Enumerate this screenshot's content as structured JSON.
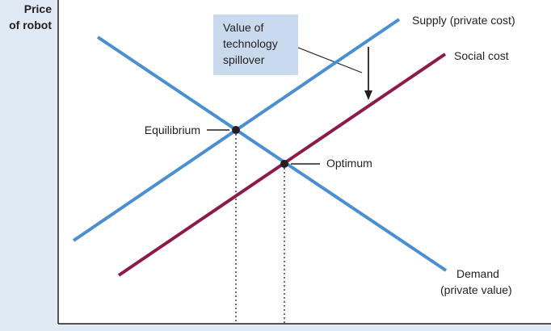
{
  "axes": {
    "y_label_line1": "Price",
    "y_label_line2": "of robot"
  },
  "curves": {
    "supply_label": "Supply (private cost)",
    "social_cost_label": "Social cost",
    "demand_label_line1": "Demand",
    "demand_label_line2": "(private value)"
  },
  "points": {
    "equilibrium_label": "Equilibrium",
    "optimum_label": "Optimum"
  },
  "callout": {
    "line1": "Value of",
    "line2": "technology",
    "line3": "spillover"
  },
  "colors": {
    "background": "#dfeaf5",
    "plot_area": "#ffffff",
    "supply_demand": "#4a8fd1",
    "social_cost": "#8c1a4a",
    "callout_fill": "#c9d9ee",
    "ink": "#231f20"
  }
}
